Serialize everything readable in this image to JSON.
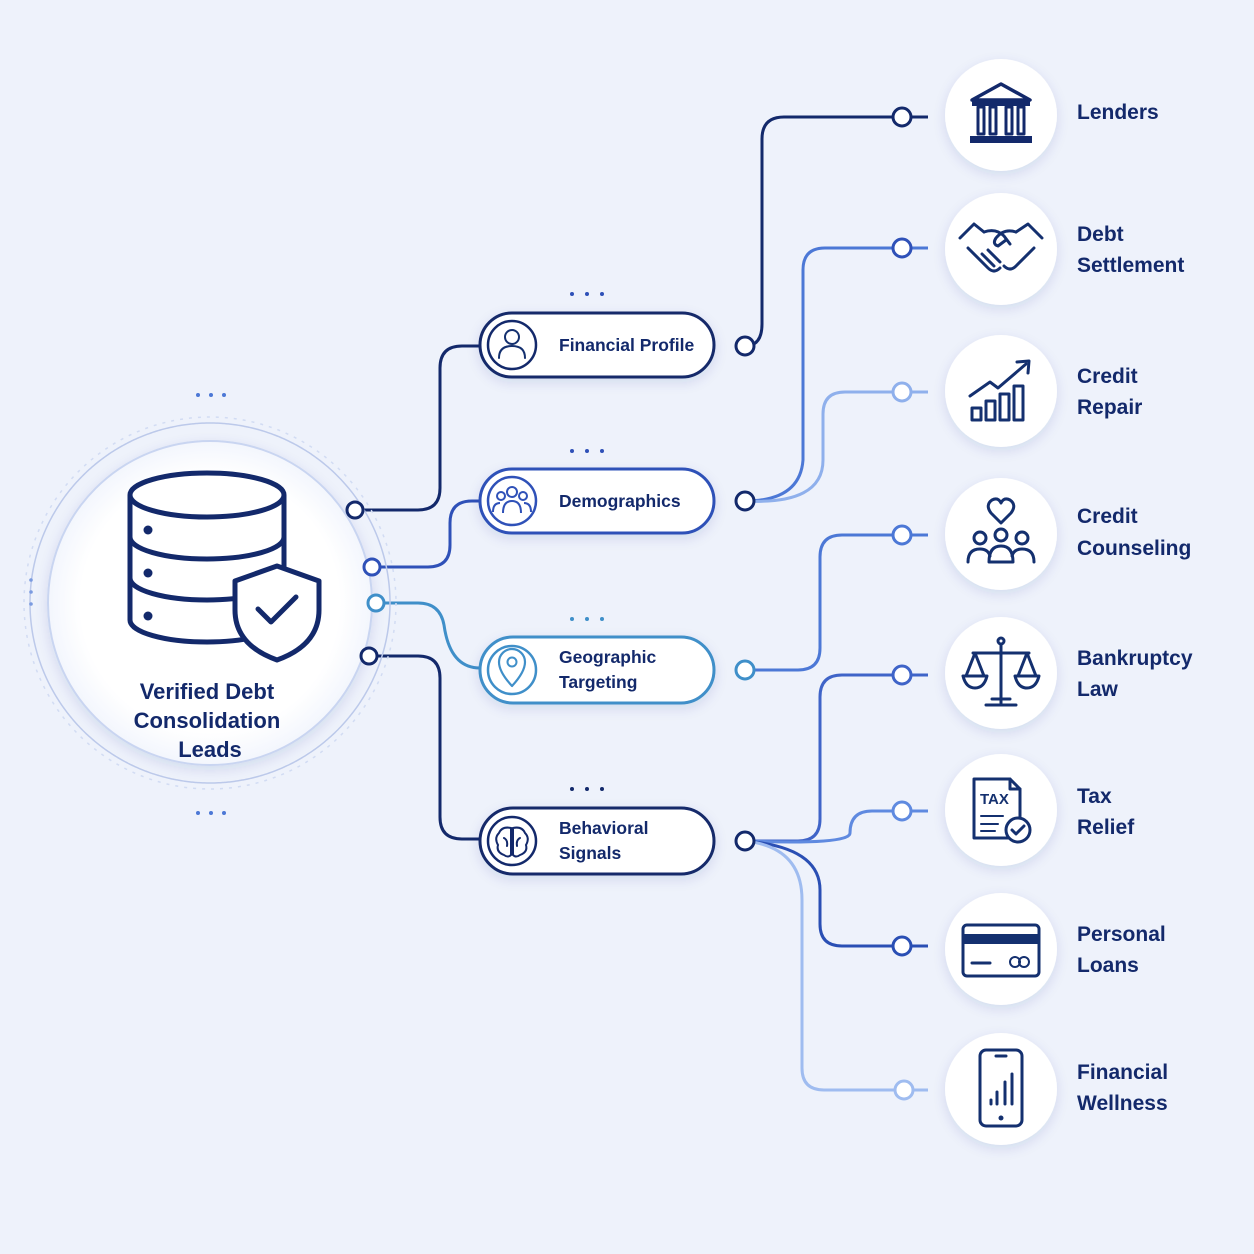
{
  "hub": {
    "label_lines": [
      "Verified Debt",
      "Consolidation",
      "Leads"
    ]
  },
  "categories": [
    {
      "id": "financial-profile",
      "label_lines": [
        "Financial Profile"
      ],
      "icon": "person-icon"
    },
    {
      "id": "demographics",
      "label_lines": [
        "Demographics"
      ],
      "icon": "group-icon"
    },
    {
      "id": "geographic-targeting",
      "label_lines": [
        "Geographic",
        "Targeting"
      ],
      "icon": "map-pin-icon"
    },
    {
      "id": "behavioral-signals",
      "label_lines": [
        "Behavioral",
        "Signals"
      ],
      "icon": "brain-icon"
    }
  ],
  "destinations": [
    {
      "id": "lenders",
      "label_lines": [
        "Lenders"
      ],
      "icon": "bank-icon"
    },
    {
      "id": "debt-settlement",
      "label_lines": [
        "Debt",
        "Settlement"
      ],
      "icon": "handshake-icon"
    },
    {
      "id": "credit-repair",
      "label_lines": [
        "Credit",
        "Repair"
      ],
      "icon": "growth-chart-icon"
    },
    {
      "id": "credit-counseling",
      "label_lines": [
        "Credit",
        "Counseling"
      ],
      "icon": "family-heart-icon"
    },
    {
      "id": "bankruptcy-law",
      "label_lines": [
        "Bankruptcy",
        "Law"
      ],
      "icon": "scales-icon"
    },
    {
      "id": "tax-relief",
      "label_lines": [
        "Tax",
        "Relief"
      ],
      "icon": "tax-document-icon",
      "icon_text": "TAX"
    },
    {
      "id": "personal-loans",
      "label_lines": [
        "Personal",
        "Loans"
      ],
      "icon": "credit-card-icon"
    },
    {
      "id": "financial-wellness",
      "label_lines": [
        "Financial",
        "Wellness"
      ],
      "icon": "mobile-chart-icon"
    }
  ],
  "connections": [
    {
      "from": "financial-profile",
      "to": "lenders"
    },
    {
      "from": "demographics",
      "to": "debt-settlement"
    },
    {
      "from": "demographics",
      "to": "credit-repair"
    },
    {
      "from": "geographic-targeting",
      "to": "credit-counseling"
    },
    {
      "from": "behavioral-signals",
      "to": "bankruptcy-law"
    },
    {
      "from": "behavioral-signals",
      "to": "tax-relief"
    },
    {
      "from": "behavioral-signals",
      "to": "personal-loans"
    },
    {
      "from": "behavioral-signals",
      "to": "financial-wellness"
    }
  ],
  "colors": {
    "navy": "#13296b",
    "royal": "#2f51b8",
    "blue": "#4c78d6",
    "light_blue": "#8fb0ec",
    "teal": "#3f8fc9",
    "background": "#eef2fb"
  }
}
